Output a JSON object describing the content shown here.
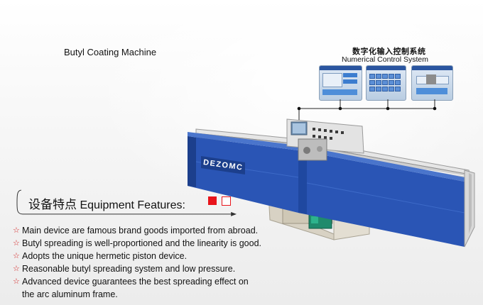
{
  "title": "Butyl Coating Machine",
  "numerical_control": {
    "title_cn": "数字化输入控制系统",
    "title_en": "Numerical Control System"
  },
  "machine": {
    "brand": "DEZOMC",
    "colors": {
      "body": "#2a55b5",
      "body_dark": "#1c3f8c",
      "frame": "#c9c9c9"
    }
  },
  "features": {
    "heading_cn": "设备特点",
    "heading_en": "Equipment Features:",
    "marker_icon": "star-icon",
    "accent": "#e8141b",
    "items": [
      "Main device are famous brand goods imported from abroad.",
      "Butyl spreading is well-proportioned and the linearity is good.",
      "Adopts the unique hermetic piston device.",
      "Reasonable butyl spreading system and low pressure.",
      "Advanced device guarantees the best spreading effect on",
      "the arc aluminum frame."
    ]
  }
}
